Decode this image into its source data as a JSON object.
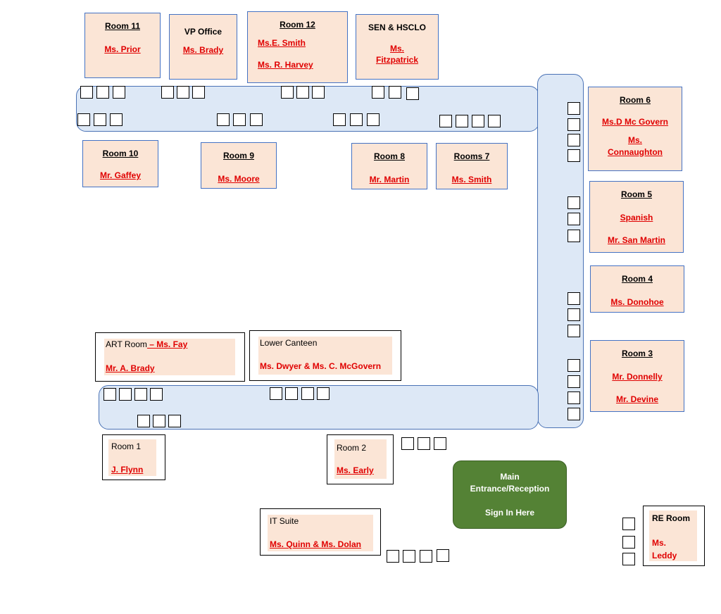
{
  "rooms": {
    "room11": {
      "title": "Room 11",
      "teachers": [
        "Ms. Prior"
      ]
    },
    "vp_office": {
      "title": "VP Office",
      "teachers": [
        "Ms. Brady"
      ]
    },
    "room12": {
      "title": "Room 12",
      "teachers": [
        "Ms.E. Smith",
        "Ms. R. Harvey"
      ]
    },
    "sen": {
      "title": "SEN & HSCLO",
      "teachers": [
        "Ms.",
        "Fitzpatrick"
      ]
    },
    "room6": {
      "title": "Room 6",
      "teachers": [
        "Ms.D Mc Govern",
        "Ms.",
        "Connaughton"
      ]
    },
    "room10": {
      "title": "Room 10",
      "teachers": [
        "Mr. Gaffey"
      ]
    },
    "room9": {
      "title": "Room 9",
      "teachers": [
        "Ms. Moore"
      ]
    },
    "room8": {
      "title": "Room 8",
      "teachers": [
        "Mr. Martin"
      ]
    },
    "room7": {
      "title": "Rooms 7",
      "teachers": [
        "Ms. Smith"
      ]
    },
    "room5": {
      "title": "Room 5",
      "teachers": [
        "Spanish",
        "Mr. San Martin"
      ]
    },
    "room4": {
      "title": "Room 4",
      "teachers": [
        "Ms. Donohoe"
      ]
    },
    "room3": {
      "title": "Room 3",
      "teachers": [
        "Mr. Donnelly",
        "Mr. Devine"
      ]
    }
  },
  "framed": {
    "art": {
      "label": "ART Room",
      "label_teacher": " – Ms. Fay",
      "teacher": "Mr. A. Brady"
    },
    "canteen": {
      "label": "Lower Canteen",
      "teacher": "Ms. Dwyer & Ms. C. McGovern"
    },
    "room1": {
      "label": "Room 1",
      "teacher": "J. Flynn"
    },
    "room2": {
      "label": "Room 2",
      "teacher": "Ms. Early"
    },
    "it": {
      "label": "IT Suite",
      "teacher": "Ms. Quinn & Ms. Dolan"
    },
    "re": {
      "label": "RE Room",
      "teachers": [
        "Ms.",
        "Leddy"
      ]
    }
  },
  "entrance": {
    "line1": "Main",
    "line2": "Entrance/Reception",
    "line3": "Sign In Here"
  },
  "colors": {
    "room_fill": "#fbe5d6",
    "room_border": "#4472c4",
    "corridor": "#dde8f6",
    "teacher_text": "#e00000",
    "entrance": "#548235"
  },
  "icons": {
    "locker": "locker-icon"
  }
}
